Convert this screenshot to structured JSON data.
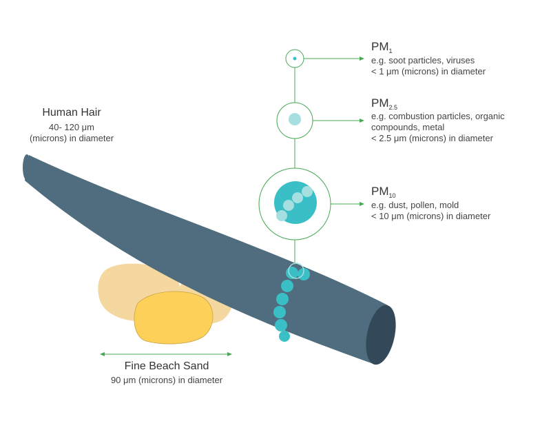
{
  "colors": {
    "hair": "#4f6d7e",
    "hair_end": "#33495a",
    "particle": "#3bbfc6",
    "particle_light": "#a6dfe0",
    "sand_back": "#f4d8a0",
    "sand_front": "#fdd05a",
    "accent_green": "#46a852"
  },
  "pm1": {
    "title": "PM",
    "sub": "1",
    "desc1": "e.g. soot particles, viruses",
    "desc2": "< 1 μm (microns) in diameter"
  },
  "pm25": {
    "title": "PM",
    "sub": "2.5",
    "desc1": "e.g. combustion particles, organic",
    "desc2": "compounds, metal",
    "desc3": "< 2.5 μm (microns) in diameter"
  },
  "pm10": {
    "title": "PM",
    "sub": "10",
    "desc1": "e.g. dust, pollen, mold",
    "desc2": "< 10 μm (microns) in diameter"
  },
  "hair": {
    "title": "Human Hair",
    "desc1": "40- 120 μm",
    "desc2": "(microns) in diameter"
  },
  "sand": {
    "title": "Fine Beach Sand",
    "desc": "90 μm (microns) in diameter"
  }
}
